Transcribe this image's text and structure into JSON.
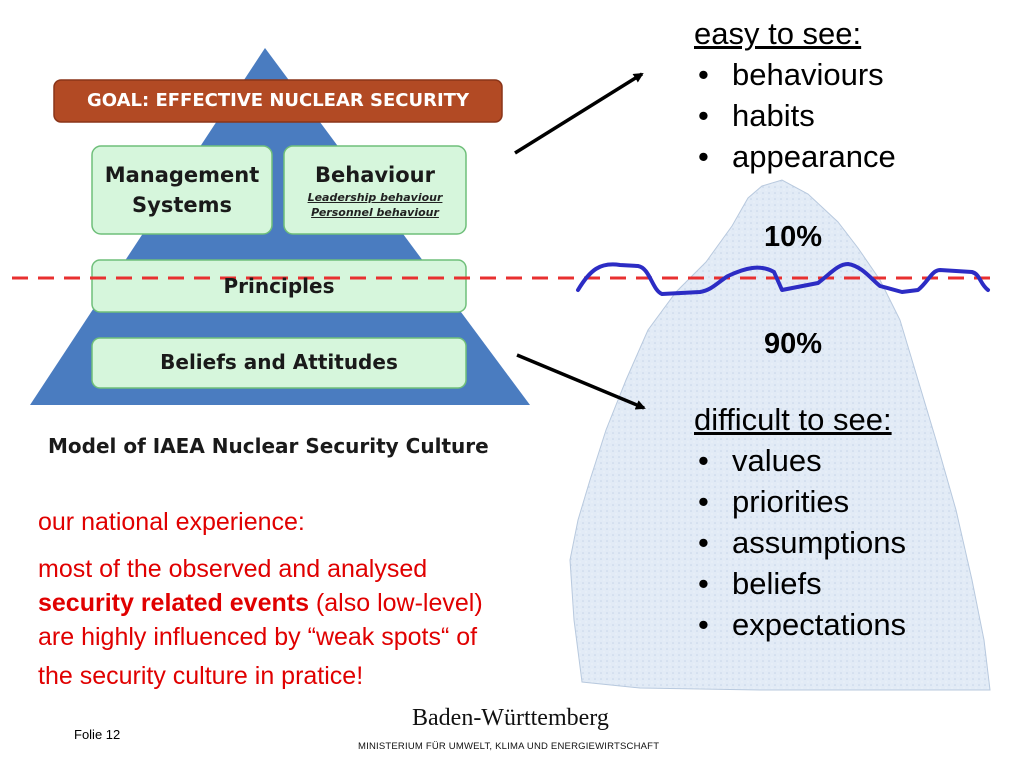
{
  "pyramid": {
    "goal": "GOAL: EFFECTIVE NUCLEAR SECURITY",
    "management": "Management Systems",
    "behaviour": "Behaviour",
    "behaviour_sub1": "Leadership behaviour",
    "behaviour_sub2": "Personnel behaviour",
    "principles": "Principles",
    "beliefs": "Beliefs and Attitudes",
    "caption": "Model of IAEA Nuclear Security Culture"
  },
  "easy": {
    "heading": "easy to see:",
    "items": [
      "behaviours",
      "habits",
      "appearance"
    ]
  },
  "difficult": {
    "heading": "difficult to see:",
    "items": [
      "values",
      "priorities",
      "assumptions",
      "beliefs",
      "expectations"
    ]
  },
  "iceberg": {
    "above_pct": "10%",
    "below_pct": "90%"
  },
  "experience": {
    "line1": "our national experience:",
    "line2": "most of the observed and analysed",
    "bold": "security related events",
    "line3_rest": " (also low-level)",
    "line4": "are highly influenced by “weak spots“ of",
    "line5": "the security culture in pratice!"
  },
  "footer": {
    "folie": "Folie 12",
    "state": "Baden-Württemberg",
    "ministry": "MINISTERIUM FÜR UMWELT, KLIMA UND ENERGIEWIRTSCHAFT"
  },
  "colors": {
    "pyramid_blue": "#4a7cc0",
    "goal_banner": "#b24a24",
    "box_green": "#d6f6dc",
    "iceberg": "#dde8f4",
    "waterline": "#2c2cc4",
    "dashed": "#e83030",
    "red_text": "#e00000"
  }
}
